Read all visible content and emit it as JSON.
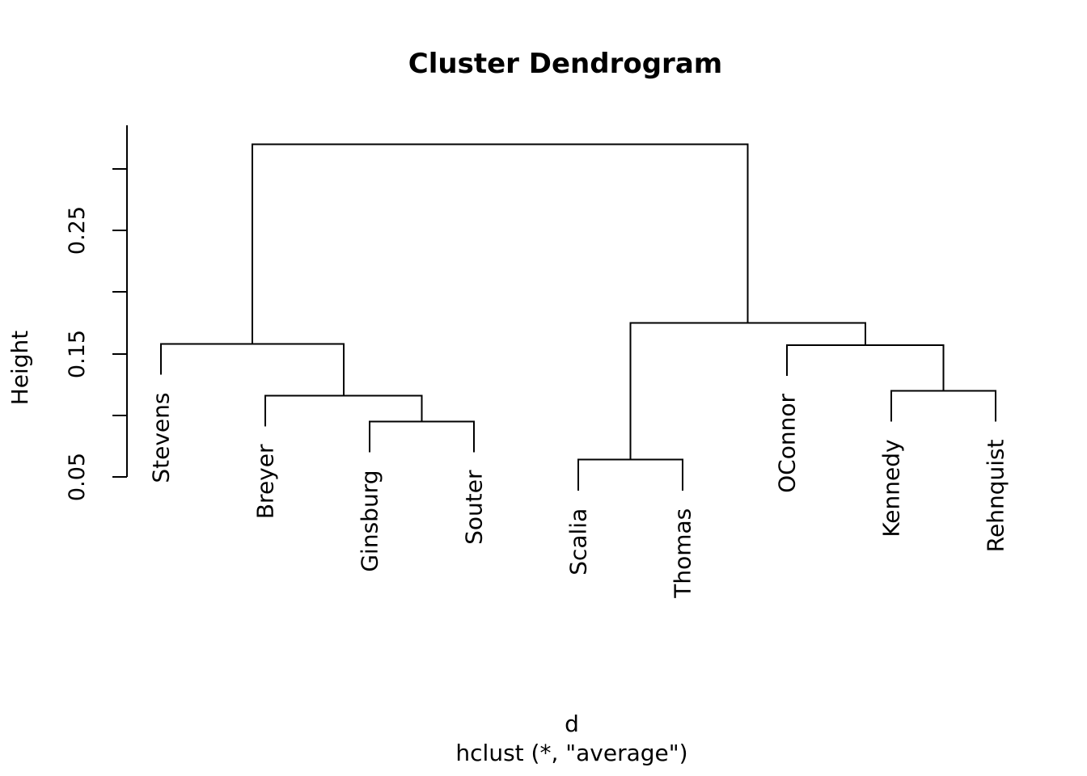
{
  "title": "Cluster Dendrogram",
  "y_axis": {
    "label": "Height",
    "ticks": [
      0.05,
      0.1,
      0.15,
      0.2,
      0.25,
      0.3
    ],
    "labeled_ticks": [
      "0.05",
      "0.15",
      "0.25"
    ]
  },
  "x_axis": {
    "caption_line1": "d",
    "caption_line2": "hclust (*, \"average\")"
  },
  "chart_data": {
    "type": "dendrogram",
    "title": "Cluster Dendrogram",
    "ylabel": "Height",
    "xlabel": "d",
    "method_caption": "hclust (*, \"average\")",
    "linkage": "average",
    "distance_object": "d",
    "leaf_order": [
      "Stevens",
      "Breyer",
      "Ginsburg",
      "Souter",
      "Scalia",
      "Thomas",
      "OConnor",
      "Kennedy",
      "Rehnquist"
    ],
    "ylim": [
      0.05,
      0.32
    ],
    "yticks": [
      0.05,
      0.1,
      0.15,
      0.2,
      0.25,
      0.3
    ],
    "ytick_labels_shown": [
      "0.05",
      "0.15",
      "0.25"
    ],
    "hang": 0.025,
    "grid": false,
    "tree": {
      "height": 0.32,
      "children": [
        {
          "height": 0.158,
          "children": [
            {
              "label": "Stevens"
            },
            {
              "height": 0.116,
              "children": [
                {
                  "label": "Breyer"
                },
                {
                  "height": 0.095,
                  "children": [
                    {
                      "label": "Ginsburg"
                    },
                    {
                      "label": "Souter"
                    }
                  ]
                }
              ]
            }
          ]
        },
        {
          "height": 0.175,
          "children": [
            {
              "height": 0.064,
              "children": [
                {
                  "label": "Scalia"
                },
                {
                  "label": "Thomas"
                }
              ]
            },
            {
              "height": 0.157,
              "children": [
                {
                  "label": "OConnor"
                },
                {
                  "height": 0.12,
                  "children": [
                    {
                      "label": "Kennedy"
                    },
                    {
                      "label": "Rehnquist"
                    }
                  ]
                }
              ]
            }
          ]
        }
      ]
    }
  }
}
